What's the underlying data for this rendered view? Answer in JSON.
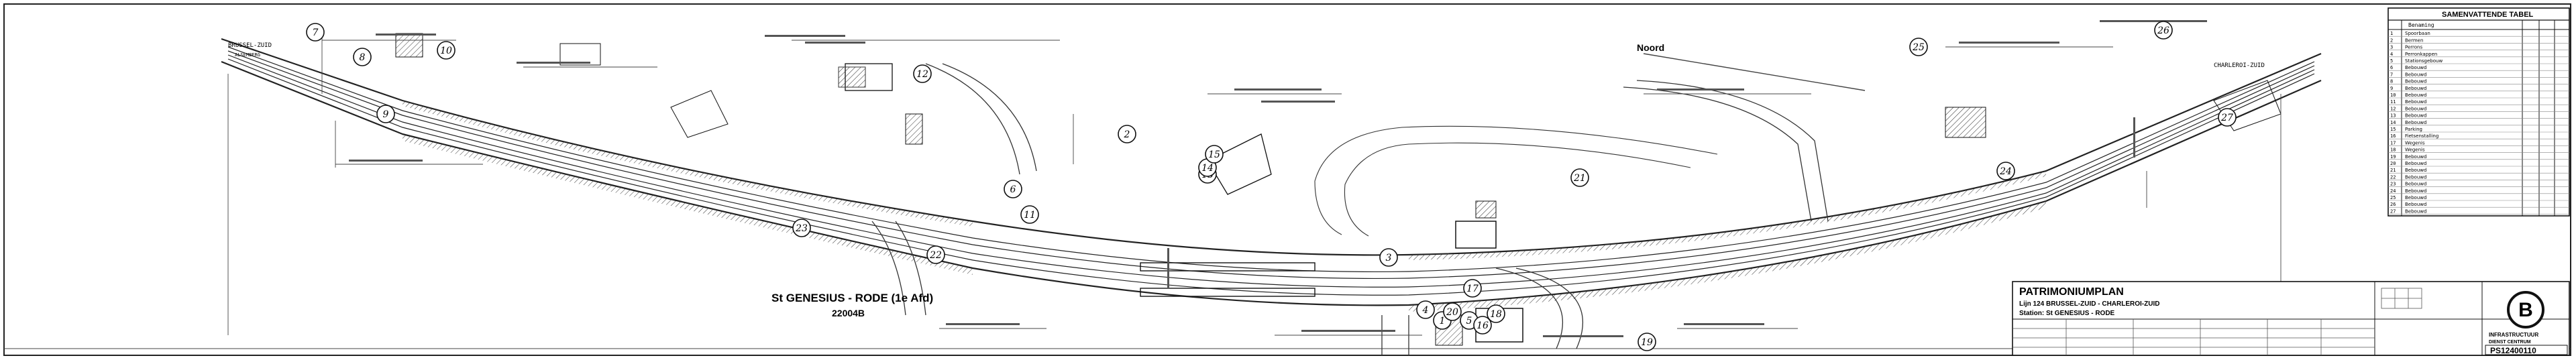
{
  "sheet": {
    "station_label": "St GENESIUS - RODE (1e Afd)",
    "station_code": "22004B",
    "direction_left": "BRUSSEL-ZUID",
    "direction_left_sub": "ALSEMBERG",
    "direction_right": "CHARLEROI-ZUID",
    "north_label": "Noord"
  },
  "parcels": [
    "1",
    "2",
    "3",
    "4",
    "5",
    "6",
    "7",
    "8",
    "9",
    "10",
    "11",
    "12",
    "13",
    "14",
    "15",
    "16",
    "17",
    "18",
    "19",
    "20",
    "21",
    "22",
    "23",
    "24",
    "25",
    "26",
    "27"
  ],
  "legend": {
    "title": "SAMENVATTENDE TABEL",
    "col_header": "Benaming",
    "rows": [
      {
        "n": "1",
        "name": "Spoorbaan"
      },
      {
        "n": "2",
        "name": "Bermen"
      },
      {
        "n": "3",
        "name": "Perrons"
      },
      {
        "n": "4",
        "name": "Perronkappen"
      },
      {
        "n": "5",
        "name": "Stationsgebouw"
      },
      {
        "n": "6",
        "name": "Bebouwd"
      },
      {
        "n": "7",
        "name": "Bebouwd"
      },
      {
        "n": "8",
        "name": "Bebouwd"
      },
      {
        "n": "9",
        "name": "Bebouwd"
      },
      {
        "n": "10",
        "name": "Bebouwd"
      },
      {
        "n": "11",
        "name": "Bebouwd"
      },
      {
        "n": "12",
        "name": "Bebouwd"
      },
      {
        "n": "13",
        "name": "Bebouwd"
      },
      {
        "n": "14",
        "name": "Bebouwd"
      },
      {
        "n": "15",
        "name": "Parking"
      },
      {
        "n": "16",
        "name": "Fietsenstalling"
      },
      {
        "n": "17",
        "name": "Wegenis"
      },
      {
        "n": "18",
        "name": "Wegenis"
      },
      {
        "n": "19",
        "name": "Bebouwd"
      },
      {
        "n": "20",
        "name": "Bebouwd"
      },
      {
        "n": "21",
        "name": "Bebouwd"
      },
      {
        "n": "22",
        "name": "Bebouwd"
      },
      {
        "n": "23",
        "name": "Bebouwd"
      },
      {
        "n": "24",
        "name": "Bebouwd"
      },
      {
        "n": "25",
        "name": "Bebouwd"
      },
      {
        "n": "26",
        "name": "Bebouwd"
      },
      {
        "n": "27",
        "name": "Bebouwd"
      }
    ]
  },
  "titleblock": {
    "title": "PATRIMONIUMPLAN",
    "line": "Lijn 124  BRUSSEL-ZUID - CHARLEROI-ZUID",
    "station": "Station: St GENESIUS - RODE",
    "org": "INFRASTRUCTUUR",
    "org_sub": "DIENST CENTRUM",
    "drawing_no": "PS12400110",
    "logo": "B"
  }
}
